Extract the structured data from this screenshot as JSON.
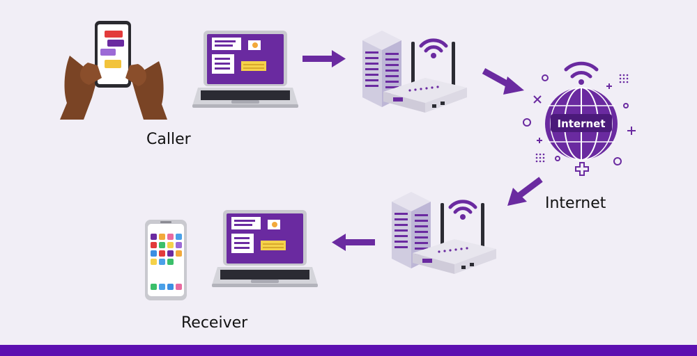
{
  "labels": {
    "caller": "Caller",
    "receiver": "Receiver",
    "internet": "Internet",
    "globe_text": "Internet"
  },
  "colors": {
    "background": "#f1eef6",
    "accent": "#6a2aa0",
    "accent_dark": "#4b1a7a",
    "footer": "#5c0fb0"
  },
  "icons": [
    "hands-smartphone-chat-icon",
    "laptop-icon",
    "arrow-right-icon",
    "server-router-wifi-icon",
    "arrow-down-right-icon",
    "internet-globe-wifi-icon",
    "arrow-down-left-icon",
    "arrow-left-icon",
    "smartphone-apps-icon"
  ]
}
